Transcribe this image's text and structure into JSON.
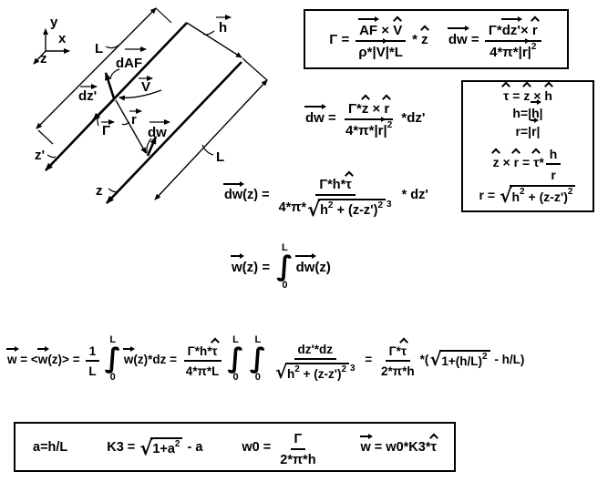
{
  "colors": {
    "ink": "#000000",
    "background": "#ffffff"
  },
  "symbols": {
    "integral": "∫",
    "radical": "√"
  },
  "diagram": {
    "labels": {
      "axis_y": "y",
      "axis_x": "x",
      "axis_z": "z",
      "length_left": "L",
      "daf": "dAF",
      "dz_prime": "dz'",
      "velocity": "V",
      "gamma": "Γ",
      "r": "r",
      "dw": "dw",
      "h": "h",
      "z_prime_axis": "z'",
      "z_axis": "z",
      "length_right": "L"
    }
  },
  "formulas": {
    "gamma": [
      "Γ = ",
      {
        "f": [
          [
            {
              "v": "AF"
            },
            " × ",
            {
              "h": "V"
            }
          ],
          [
            "ρ*|",
            {
              "v": "V"
            },
            "|*L"
          ]
        ]
      },
      " * ",
      {
        "h": "z"
      }
    ],
    "dw_biot": [
      {
        "v": "dw"
      },
      " = ",
      {
        "f": [
          [
            "Γ*",
            {
              "v": "dz'"
            },
            "× ",
            {
              "h": "r"
            }
          ],
          [
            "4*π*|",
            {
              "v": "r"
            },
            "|",
            {
              "s": "2"
            }
          ]
        ]
      }
    ],
    "dw_expanded": [
      {
        "v": "dw"
      },
      " = ",
      {
        "f": [
          [
            "Γ*",
            {
              "h": "z"
            },
            " × ",
            {
              "h": "r"
            }
          ],
          [
            "4*π*|",
            {
              "v": "r"
            },
            "|",
            {
              "s": "2"
            }
          ]
        ]
      },
      " *dz'"
    ],
    "defs": {
      "lines": [
        [
          {
            "h": "τ"
          },
          " = ",
          {
            "h": "z"
          },
          " × ",
          {
            "h": "h"
          }
        ],
        [
          "h=|",
          {
            "v": "h"
          },
          "|"
        ],
        [
          "r=|",
          {
            "v": "r"
          },
          "|"
        ],
        [
          {
            "h": "z"
          },
          " × ",
          {
            "h": "r"
          },
          " = ",
          {
            "h": "τ"
          },
          "*",
          {
            "f": [
              [
                "h"
              ],
              [
                "r"
              ]
            ]
          }
        ],
        [
          "r = ",
          {
            "r": {
              "b": [
                "h",
                {
                  "s": "2"
                },
                " + (z-z')",
                {
                  "s": "2"
                }
              ]
            }
          }
        ]
      ]
    },
    "dw_z": [
      {
        "v": "dw"
      },
      "(z) = ",
      {
        "f": [
          [
            "Γ*h*",
            {
              "h": "τ"
            }
          ],
          [
            "4*π*",
            {
              "r": {
                "b": [
                  "h",
                  {
                    "s": "2"
                  },
                  " + (z-z')",
                  {
                    "s": "2"
                  }
                ],
                "p": "3"
              }
            }
          ]
        ]
      },
      " * dz'"
    ],
    "w_z": [
      {
        "v": "w"
      },
      "(z) = ",
      {
        "i": {
          "hi": "L",
          "lo": "0"
        }
      },
      {
        "v": "dw"
      },
      "(z)"
    ],
    "w_avg": [
      {
        "v": "w"
      },
      " = <",
      {
        "v": "w"
      },
      "(z)> = ",
      {
        "f": [
          [
            "1"
          ],
          [
            "L"
          ]
        ]
      },
      {
        "i": {
          "hi": "L",
          "lo": "0"
        }
      },
      {
        "v": "w"
      },
      "(z)*dz = ",
      {
        "f": [
          [
            "Γ*h*",
            {
              "h": "τ"
            }
          ],
          [
            "4*π*L"
          ]
        ]
      },
      {
        "i": {
          "hi": "L",
          "lo": "0"
        }
      },
      {
        "i": {
          "hi": "L",
          "lo": "0"
        }
      },
      {
        "f": [
          [
            "dz'*dz"
          ],
          [
            {
              "r": {
                "b": [
                  "h",
                  {
                    "s": "2"
                  },
                  " + (z-z')",
                  {
                    "s": "2"
                  }
                ],
                "p": "3"
              }
            }
          ]
        ]
      },
      " = ",
      {
        "f": [
          [
            "Γ*",
            {
              "h": "τ"
            }
          ],
          [
            "2*π*h"
          ]
        ]
      },
      "*(",
      {
        "r": {
          "b": [
            "1+(h/L)",
            {
              "s": "2"
            }
          ]
        }
      },
      " - h/L)"
    ],
    "result": {
      "segments": [
        [
          "a=h/L"
        ],
        [
          "K3 = ",
          {
            "r": {
              "b": [
                "1+a",
                {
                  "s": "2"
                }
              ]
            }
          },
          " - a"
        ],
        [
          "w0 = ",
          {
            "f": [
              [
                "Γ"
              ],
              [
                "2*π*h"
              ]
            ]
          }
        ],
        [
          {
            "v": "w"
          },
          " = w0*K3*",
          {
            "h": "τ"
          }
        ]
      ]
    }
  }
}
